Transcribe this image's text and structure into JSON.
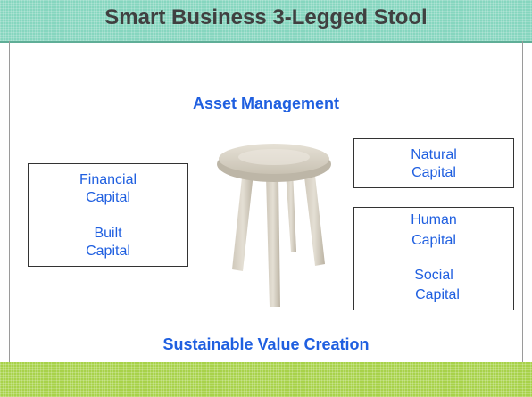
{
  "slide": {
    "title": "Smart Business 3-Legged Stool",
    "top_heading": "Asset Management",
    "bottom_heading": "Sustainable Value Creation"
  },
  "boxes": {
    "left": {
      "line1": "Financial",
      "line2": "Capital",
      "line3": "Built",
      "line4": "Capital"
    },
    "natural": {
      "line1": "Natural",
      "line2": "Capital"
    },
    "human_social": {
      "line1": "Human",
      "line2": "Capital",
      "line3": "Social",
      "line4": "Capital"
    }
  },
  "colors": {
    "title_bar": "#86d6bf",
    "footer_bar": "#a8d24a",
    "accent_text": "#1f5fe0",
    "title_text": "#404040"
  },
  "image": {
    "icon": "stool-icon"
  }
}
